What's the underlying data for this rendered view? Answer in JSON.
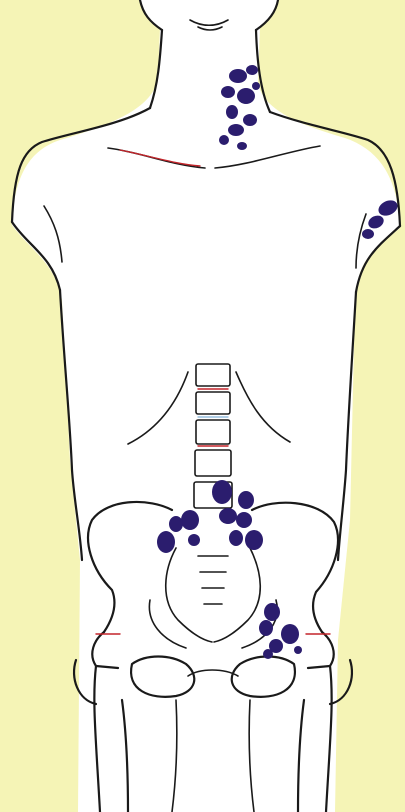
{
  "figure": {
    "background_color": "#f5f4b6",
    "body_fill_color": "#ffffff",
    "outline_color": "#1a1a1a",
    "lesion_color": "#2b1d6e"
  },
  "regions": [
    {
      "name": "head-chin"
    },
    {
      "name": "neck-lymph-nodes"
    },
    {
      "name": "right-axilla-lymph-nodes"
    },
    {
      "name": "thorax-ribcage"
    },
    {
      "name": "lumbar-spine"
    },
    {
      "name": "para-aortic-lymph-nodes"
    },
    {
      "name": "pelvis"
    },
    {
      "name": "inguinal-lymph-nodes"
    },
    {
      "name": "femurs"
    }
  ]
}
